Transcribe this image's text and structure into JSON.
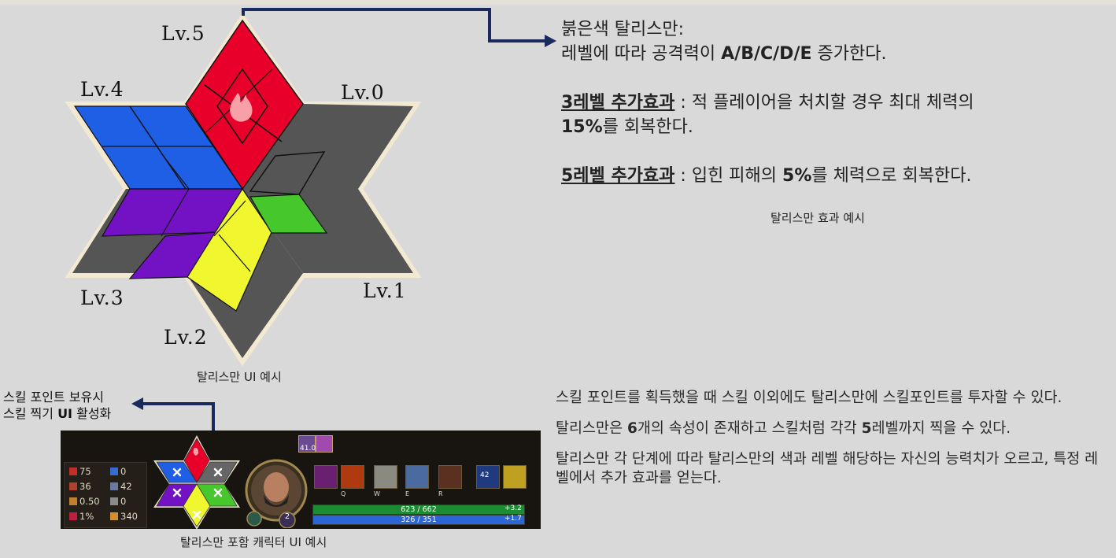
{
  "talisman": {
    "levels": {
      "lv5": "Lv.5",
      "lv4": "Lv.4",
      "lv0": "Lv.0",
      "lv1": "Lv.1",
      "lv2": "Lv.2",
      "lv3": "Lv.3"
    },
    "ui_caption": "탈리스만 UI 예시",
    "effect_caption": "탈리스만 효과 예시",
    "colors": {
      "red": "#e8002a",
      "blue": "#1e5fe6",
      "purple": "#7212c4",
      "yellow": "#f0f72e",
      "green": "#46c82c",
      "gray": "#555555",
      "star_border": "#f3e9d0"
    }
  },
  "red_description": {
    "title": "붉은색 탈리스만:",
    "line1_prefix": "레벨에 따라 공격력이 ",
    "line1_bold": "A/B/C/D/E",
    "line1_suffix": " 증가한다.",
    "lv3_label": "3레벨 추가효과",
    "lv3_text_1": " : 적 플레이어을 처치할 경우 최대 체력의",
    "lv3_text_2_bold": "15%",
    "lv3_text_2": "를 회복한다.",
    "lv5_label": "5레벨 추가효과",
    "lv5_text_1": " : 입힌 피해의 ",
    "lv5_text_bold": "5%",
    "lv5_text_2": "를 체력으로 회복한다."
  },
  "skill_point_note": {
    "line1": "스킬 포인트 보유시",
    "line2_prefix": "스킬 찍기 ",
    "line2_bold": "UI",
    "line2_suffix": " 활성화"
  },
  "character_ui_caption": "탈리스만 포함 캐릭터 UI 예시",
  "game_ui": {
    "stats": [
      {
        "icon": "attack-icon",
        "value": "75"
      },
      {
        "icon": "ability-power-icon",
        "value": "0"
      },
      {
        "icon": "armor-icon",
        "value": "36"
      },
      {
        "icon": "magic-resist-icon",
        "value": "42"
      },
      {
        "icon": "attack-speed-icon",
        "value": "0.50"
      },
      {
        "icon": "cooldown-icon",
        "value": "0"
      },
      {
        "icon": "crit-icon",
        "value": "1%"
      },
      {
        "icon": "move-speed-icon",
        "value": "340"
      }
    ],
    "level": "2",
    "buff_timer": "41.0",
    "skill_keys": [
      "Q",
      "W",
      "E",
      "R"
    ],
    "summoner_count": "42",
    "health": "623 / 662",
    "health_regen": "+3.2",
    "mana": "326 / 351",
    "mana_regen": "+1.7"
  },
  "side_description": {
    "p1": "스킬 포인트를 획득했을 때 스킬 이외에도 탈리스만에 스킬포인트를 투자할 수 있다.",
    "p2_a": "탈리스만은 ",
    "p2_b1": "6",
    "p2_c": "개의 속성이 존재하고 스킬처럼 각각 ",
    "p2_b2": "5",
    "p2_d": "레벨까지 찍을 수 있다.",
    "p3": "탈리스만 각 단계에 따라 탈리스만의 색과 레벨 해당하는 자신의 능력치가 오르고, 특정 레벨에서 추가 효과를 얻는다."
  }
}
